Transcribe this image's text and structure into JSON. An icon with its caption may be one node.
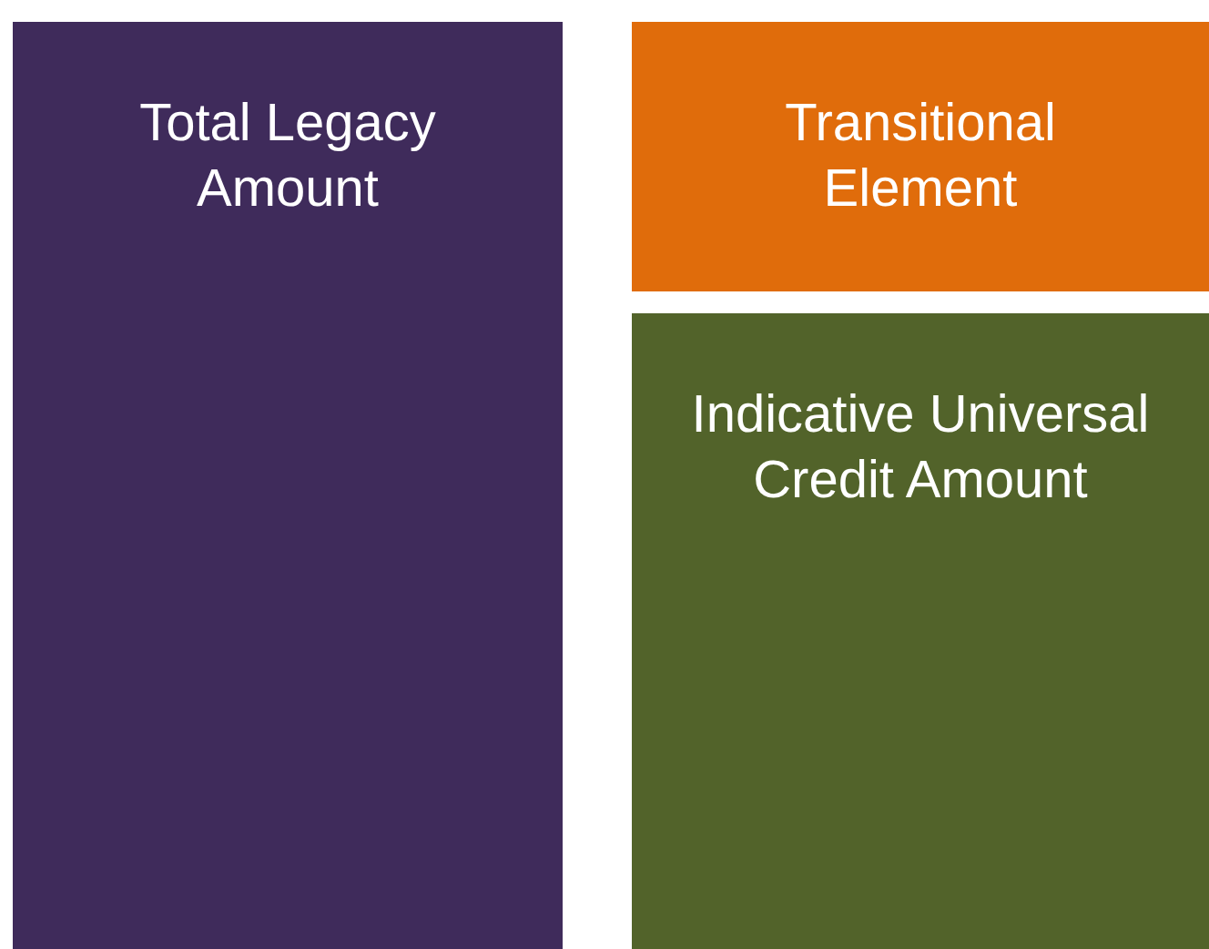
{
  "diagram": {
    "nodes": [
      {
        "text": [
          "Total Legacy Amount"
        ]
      },
      {
        "text": [
          "Transitional Element"
        ]
      },
      {
        "text": [
          "Indicative Universal Credit Amount"
        ]
      }
    ]
  }
}
